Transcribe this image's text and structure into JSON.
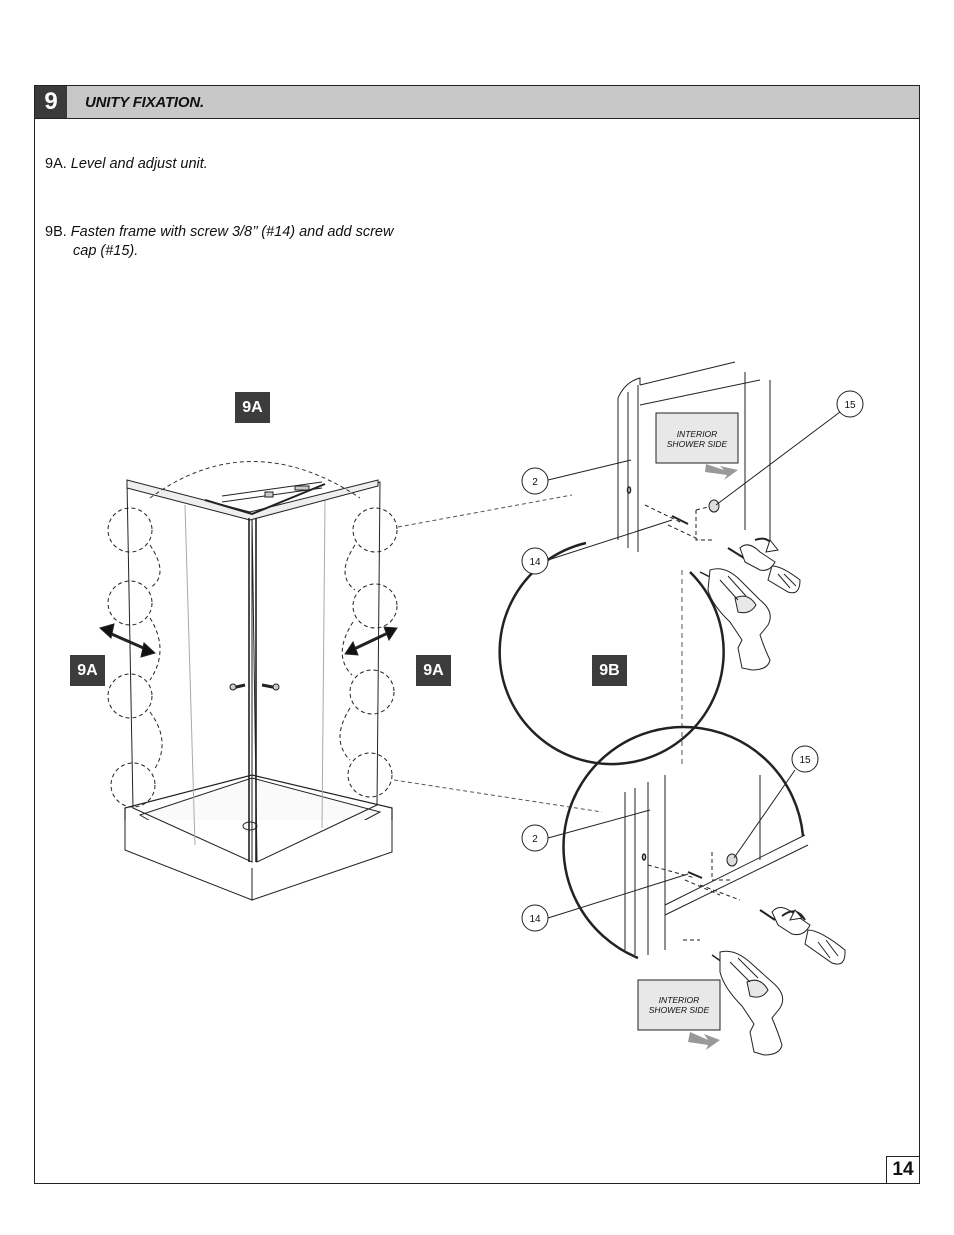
{
  "step": {
    "number": "9",
    "title": "UNITY FIXATION."
  },
  "instructions": [
    {
      "label": "9A.",
      "text": "Level and adjust unit.",
      "cont": ""
    },
    {
      "label": "9B.",
      "text": "Fasten frame with screw 3/8’’ (#14) and add screw",
      "cont": "cap (#15)."
    }
  ],
  "tags": {
    "top": "9A",
    "left": "9A",
    "right": "9A",
    "b": "9B"
  },
  "callouts": {
    "top_part15": "15",
    "top_part2": "2",
    "top_part14": "14",
    "bottom_part15": "15",
    "bottom_part2": "2",
    "bottom_part14": "14"
  },
  "labels": {
    "top_interior_line1": "INTERIOR",
    "top_interior_line2": "SHOWER SIDE",
    "bottom_interior_line1": "INTERIOR",
    "bottom_interior_line2": "SHOWER SIDE"
  },
  "page_number": "14",
  "colors": {
    "header_bg": "#c8c8c8",
    "tag_bg": "#3c3c3c"
  }
}
